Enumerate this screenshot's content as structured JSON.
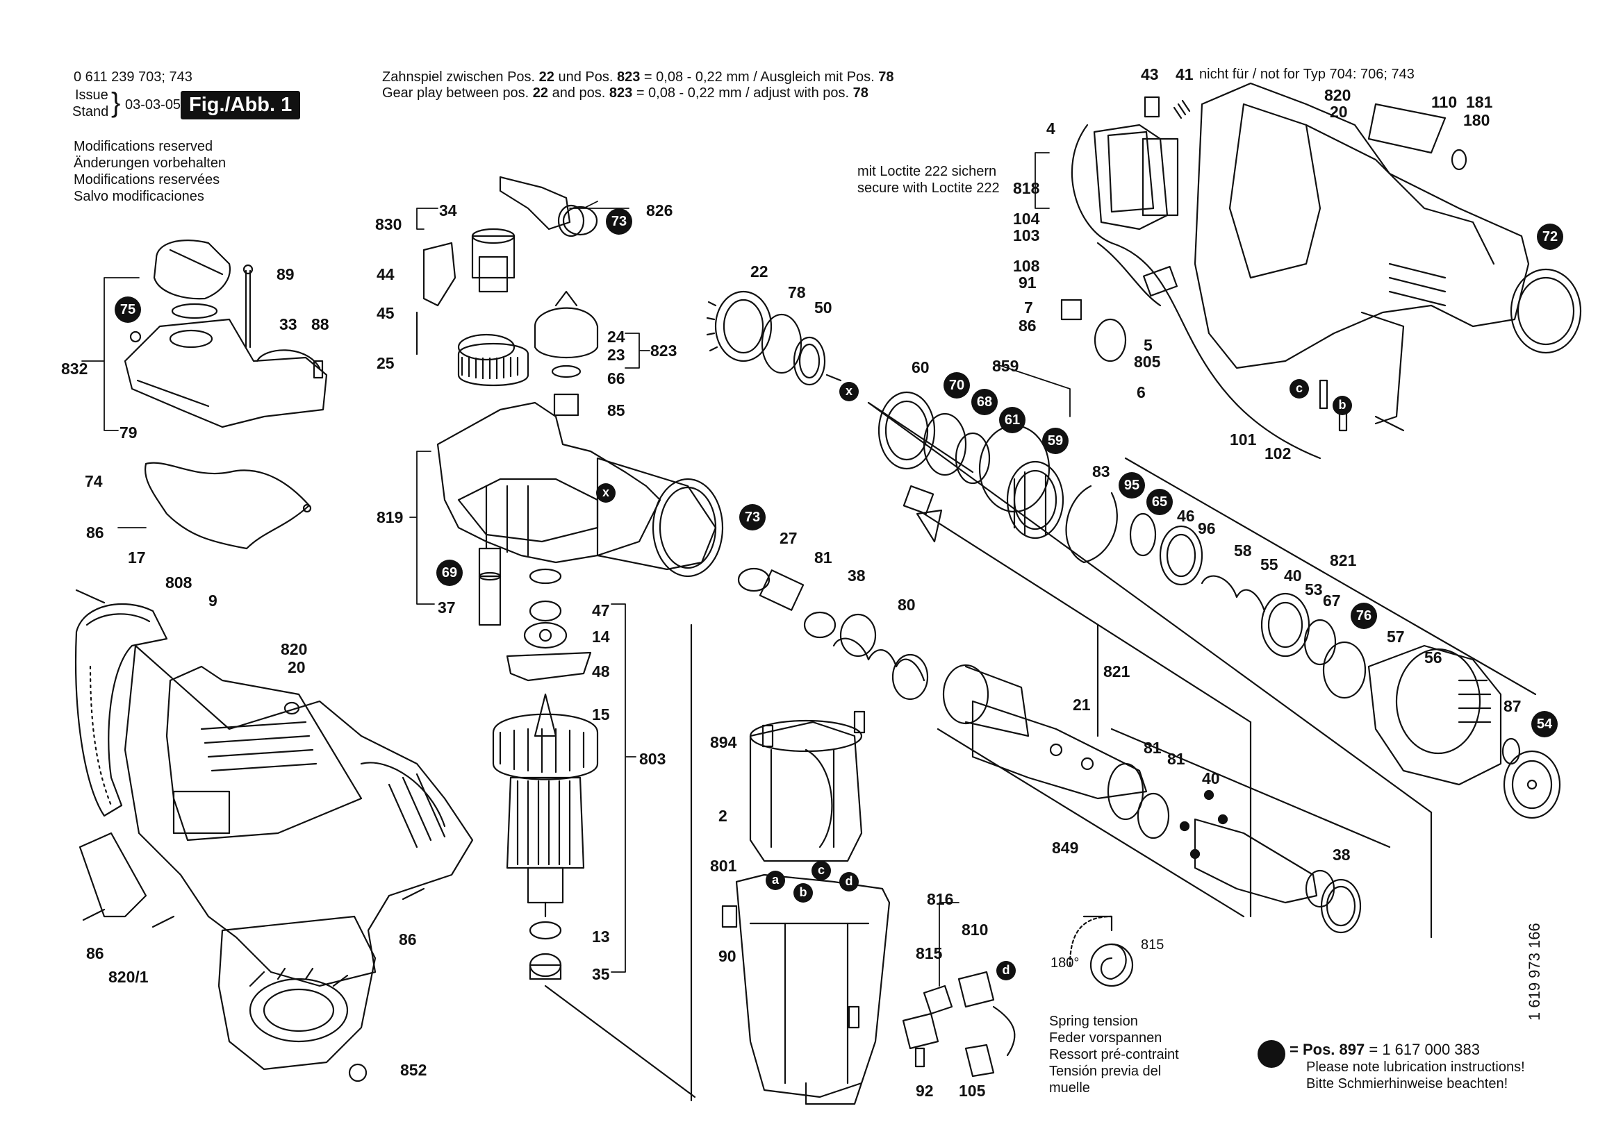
{
  "header": {
    "part_numbers": "0 611 239 703; 743",
    "issue_label": "Issue",
    "stand_label": "Stand",
    "date": "03-03-05",
    "figure": "Fig./Abb. 1",
    "modifications": [
      "Modifications reserved",
      "Änderungen vorbehalten",
      "Modifications reservées",
      "Salvo modificaciones"
    ]
  },
  "note_gear_play": {
    "de_pre": "Zahnspiel zwischen Pos. ",
    "de_p1": "22",
    "de_mid": " und Pos. ",
    "de_p2": "823",
    "de_rest": " = 0,08 - 0,22 mm / Ausgleich mit Pos. ",
    "de_p3": "78",
    "en_pre": "Gear play between  pos. ",
    "en_p1": "22",
    "en_mid": " and  pos. ",
    "en_p2": "823",
    "en_rest": " = 0,08 - 0,22 mm / adjust with pos. ",
    "en_p3": "78"
  },
  "note_loctite": [
    "mit Loctite 222 sichern",
    "secure with Loctite 222"
  ],
  "note_not_for": "nicht für / not for Typ 704: 706; 743",
  "spring_tension": [
    "Spring tension",
    "Feder vorspannen",
    "Ressort pré-contraint",
    "Tensión previa del",
    "muelle"
  ],
  "spring_angle": "180°",
  "spring_part": "815",
  "lubrication": {
    "pos_label": "= Pos. 897",
    "pos_value": " = 1 617 000 383",
    "line2": "Please note lubrication instructions!",
    "line3": "Bitte Schmierhinweise beachten!"
  },
  "side_number": "1 619 973 166",
  "bubbles": [
    "75",
    "73",
    "69",
    "70",
    "68",
    "61",
    "59",
    "95",
    "65",
    "72",
    "73",
    "76",
    "54"
  ],
  "letter_markers": [
    "x",
    "x",
    "a",
    "b",
    "c",
    "d",
    "c",
    "b",
    "d"
  ],
  "labels": [
    "832",
    "89",
    "33",
    "88",
    "79",
    "74",
    "86",
    "17",
    "808",
    "9",
    "820",
    "20",
    "86",
    "820/1",
    "86",
    "852",
    "830",
    "34",
    "826",
    "44",
    "45",
    "25",
    "24",
    "23",
    "823",
    "66",
    "85",
    "819",
    "37",
    "47",
    "14",
    "48",
    "15",
    "803",
    "13",
    "35",
    "22",
    "78",
    "50",
    "27",
    "81",
    "38",
    "80",
    "894",
    "2",
    "801",
    "90",
    "816",
    "810",
    "815",
    "92",
    "105",
    "60",
    "859",
    "83",
    "46",
    "96",
    "58",
    "55",
    "40",
    "53",
    "67",
    "821",
    "57",
    "56",
    "87",
    "821",
    "21",
    "81",
    "81",
    "40",
    "849",
    "38",
    "43",
    "41",
    "820",
    "20",
    "110",
    "181",
    "180",
    "4",
    "818",
    "104",
    "103",
    "108",
    "91",
    "7",
    "86",
    "5",
    "805",
    "6",
    "101",
    "102"
  ],
  "colors": {
    "ink": "#111111",
    "paper": "#ffffff"
  }
}
